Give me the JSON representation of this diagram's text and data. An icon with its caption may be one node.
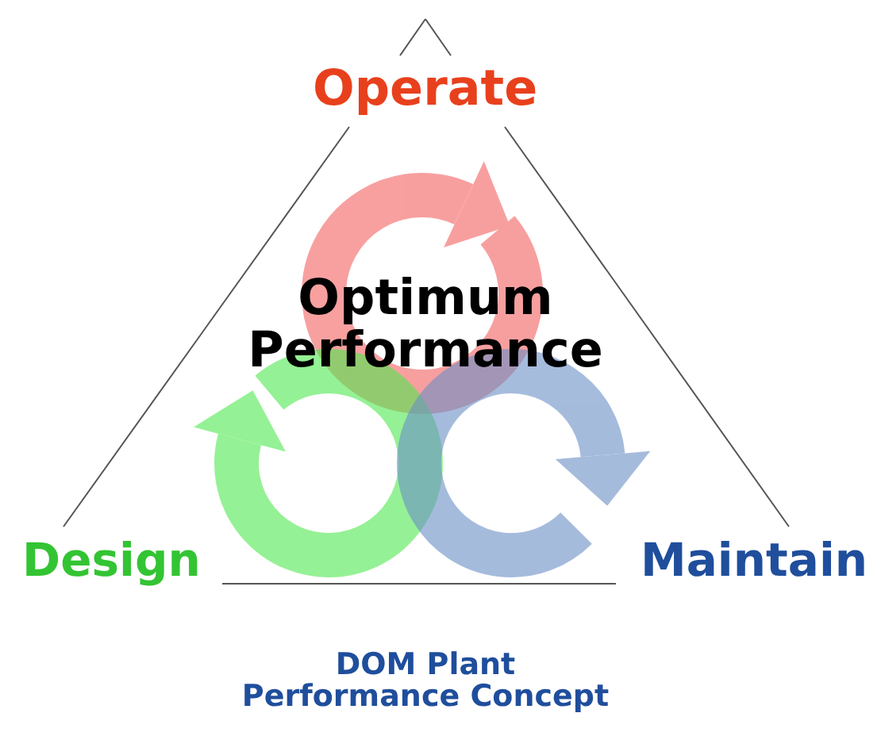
{
  "diagram": {
    "caption": "DOM Plant Performance Concept",
    "labels": [
      "Operate",
      "Optimum Performance",
      "Design",
      "Maintain"
    ]
  }
}
